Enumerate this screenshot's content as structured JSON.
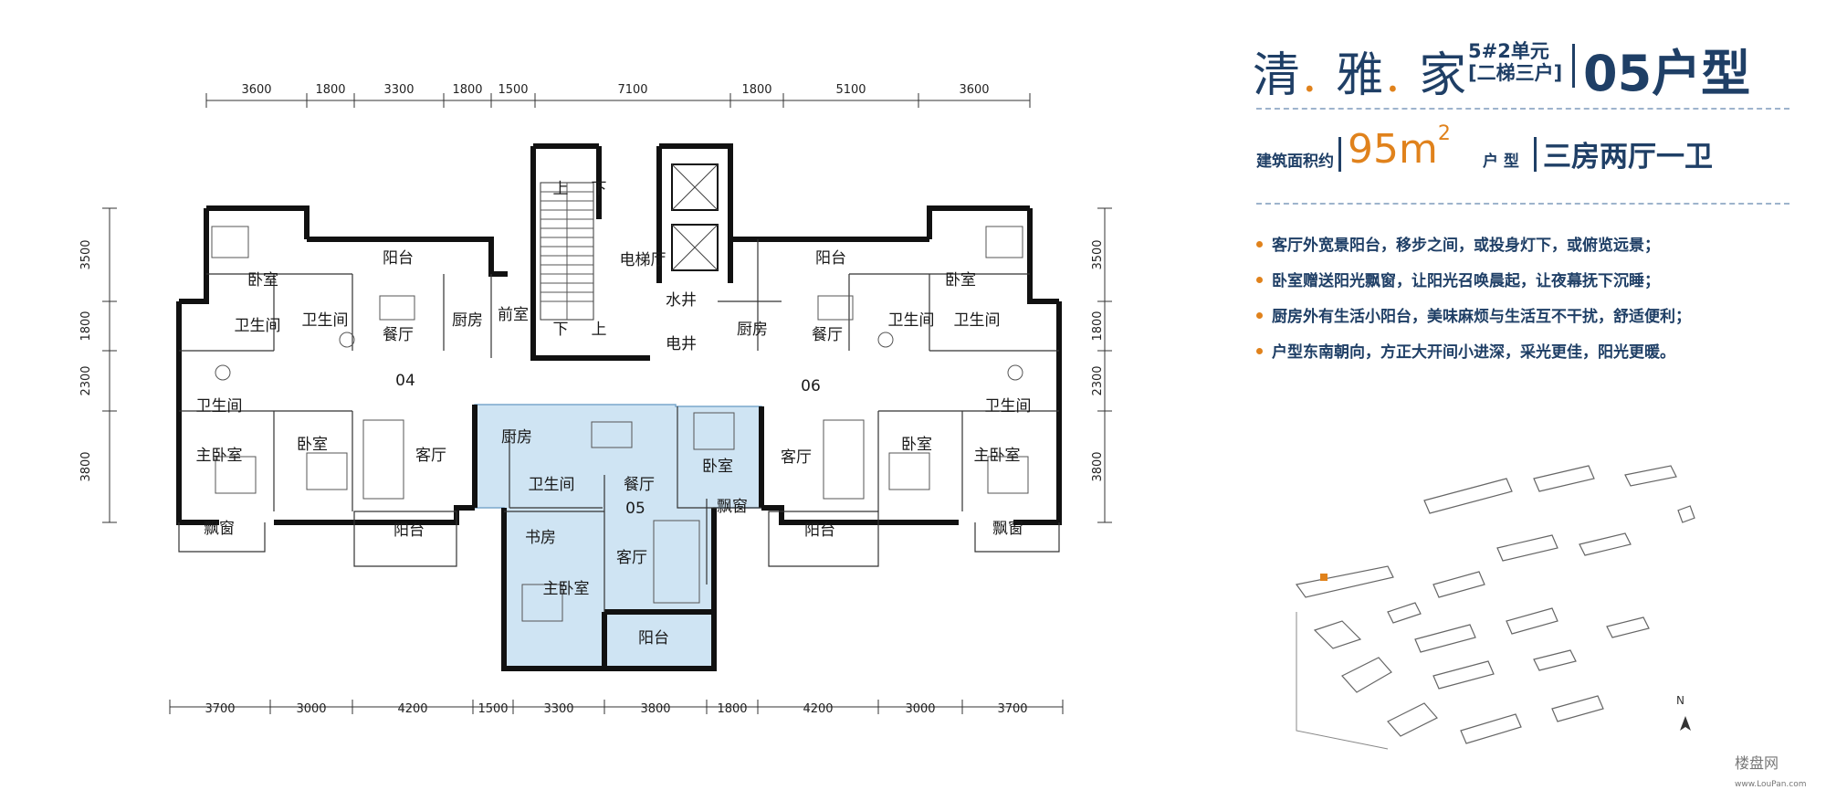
{
  "header": {
    "brand": [
      "清",
      "雅",
      "家"
    ],
    "unit_line1": "5#2单元",
    "unit_line2": "[二梯三户]",
    "unit_type": "05户型"
  },
  "area": {
    "label": "建筑面积约",
    "value": "95m",
    "sup": "2",
    "type_label": "户 型",
    "type_value": "三房两厅一卫"
  },
  "features": [
    "客厅外宽景阳台，移步之间，或投身灯下，或俯览远景；",
    "卧室赠送阳光飘窗，让阳光召唤晨起，让夜幕抚下沉睡；",
    "厨房外有生活小阳台，美味麻烦与生活互不干扰，舒适便利；",
    "户型东南朝向，方正大开间小进深，采光更佳，阳光更暖。"
  ],
  "colors": {
    "highlight_unit": "#cfe4f3",
    "brand_blue": "#1f3f66",
    "accent_orange": "#e0821c"
  },
  "plan": {
    "dims_top": [
      "3600",
      "1800",
      "3300",
      "1800",
      "1500",
      "7100",
      "1800",
      "5100",
      "3600"
    ],
    "dims_bottom": [
      "3700",
      "3000",
      "4200",
      "1500",
      "3300",
      "3800",
      "1800",
      "4200",
      "3000",
      "3700"
    ],
    "dims_left": [
      "3500",
      "1800",
      "2300",
      "3800"
    ],
    "dims_right": [
      "3500",
      "1800",
      "2300",
      "3800"
    ],
    "rooms": {
      "up": "上",
      "down": "下",
      "elevator_hall": "电梯厅",
      "water_shaft": "水井",
      "elec_shaft": "电井",
      "vestibule": "前室",
      "balcony": "阳台",
      "bedroom": "卧室",
      "bath": "卫生间",
      "dining": "餐厅",
      "kitchen": "厨房",
      "living": "客厅",
      "master": "主卧室",
      "bay": "飘窗",
      "study": "书房",
      "unit04": "04",
      "unit05": "05",
      "unit06": "06"
    }
  },
  "site": {
    "north": "N"
  },
  "watermark": {
    "text": "楼盘网",
    "sub": "www.LouPan.com"
  }
}
